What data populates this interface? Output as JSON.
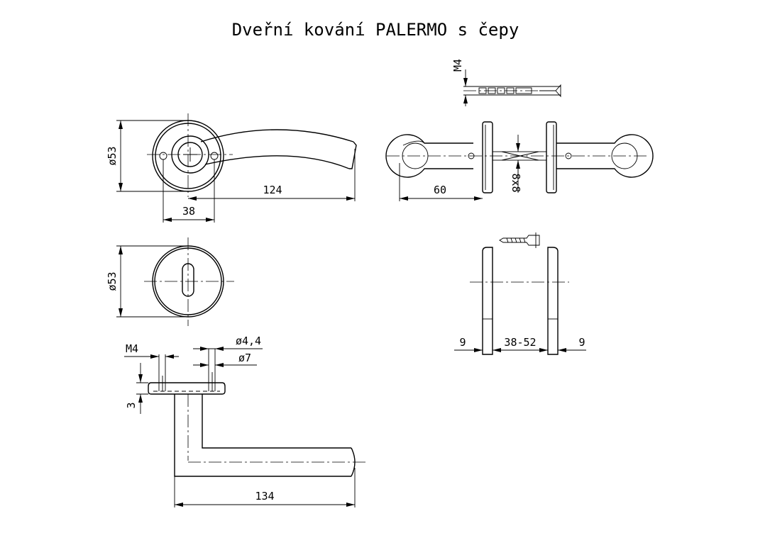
{
  "title": "Dveřní kování PALERMO s čepy",
  "dimensions": {
    "rosette_diameter_top": "ø53",
    "lever_length": "124",
    "rosette_offset": "38",
    "projection": "60",
    "square_spindle": "8x8",
    "screw_thread_top": "M4",
    "escutcheon_diameter": "ø53",
    "pin_diameter": "ø4,4",
    "hole_diameter": "ø7",
    "screw_thread_section": "M4",
    "rosette_thickness": "3",
    "lever_length_side": "134",
    "rosette_width_left": "9",
    "door_thickness": "38-52",
    "rosette_width_right": "9"
  }
}
